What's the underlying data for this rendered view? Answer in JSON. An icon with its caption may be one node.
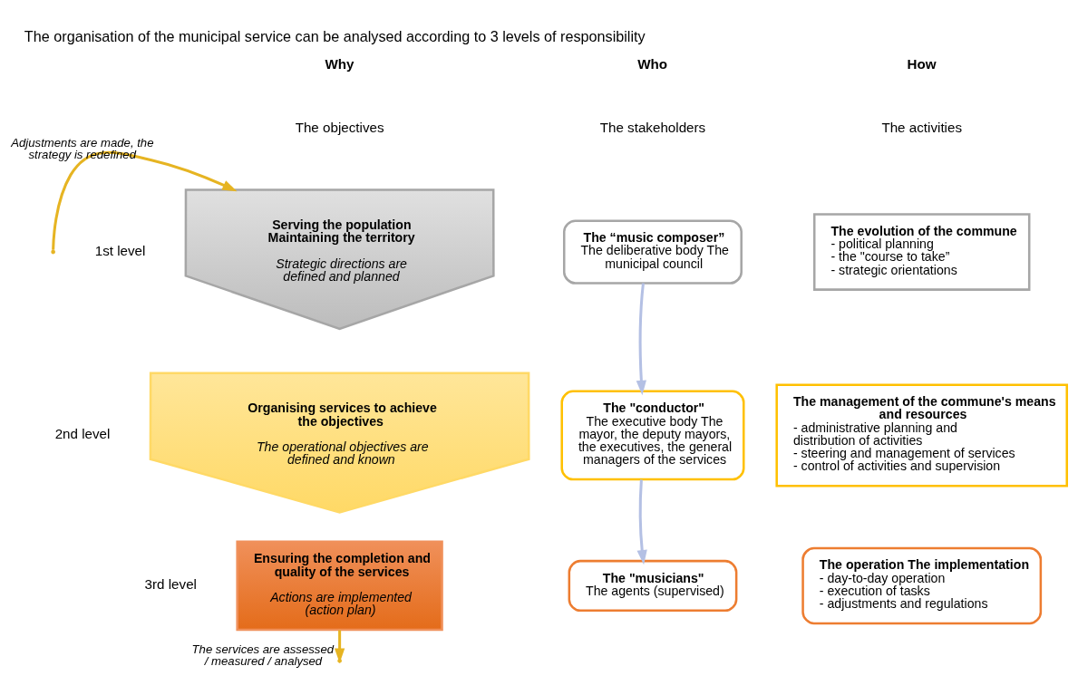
{
  "diagram": {
    "title": "The organisation of the municipal service can be analysed according to 3 levels of responsibility",
    "nodes": [
      {
        "text": [
          "Serving the population Maintaining the territory",
          "Strategic directions are defined and planned"
        ]
      },
      {
        "text": [
          "The “music composer”",
          "The deliberative body The municipal council"
        ]
      },
      {
        "text": [
          "The evolution of the commune",
          "- political planning",
          "- the \"course to take”",
          "- strategic orientations"
        ]
      },
      {
        "text": [
          "Organising services to achieve the objectives",
          "The operational objectives are defined and known"
        ]
      },
      {
        "text": [
          "The \"conductor\"",
          "The executive body The mayor, the deputy mayors, the executives, the general managers of the services"
        ]
      },
      {
        "text": [
          "The management of the commune's means and resources",
          "- administrative planning and distribution of activities",
          "- steering and management of services",
          "- control of activities and supervision"
        ]
      },
      {
        "text": [
          "Ensuring the completion and quality of the services",
          "Actions are implemented (action plan)"
        ]
      },
      {
        "text": [
          "The \"musicians\"",
          "The agents (supervised)"
        ]
      },
      {
        "text": [
          "The operation The implementation",
          "- day-to-day operation",
          "- execution of tasks",
          "- adjustments and regulations"
        ]
      }
    ],
    "edges": [
      {
        "from": null,
        "to": 0,
        "arrow": "to",
        "label": "Adjustments are made, the strategy is redefined",
        "color": "#e6b422"
      },
      {
        "from": 1,
        "to": 4,
        "arrow": "to",
        "color": "#b4c0e4"
      },
      {
        "from": 4,
        "to": 7,
        "arrow": "to",
        "color": "#b4c0e4"
      },
      {
        "from": 6,
        "to": null,
        "arrow": "to",
        "label": "The services are assessed / measured / analysed",
        "color": "#e6b422"
      }
    ],
    "labels": [
      "Why",
      "Who",
      "How",
      "The objectives",
      "The stakeholders",
      "The activities",
      "1st level",
      "2nd level",
      "3rd level"
    ]
  }
}
